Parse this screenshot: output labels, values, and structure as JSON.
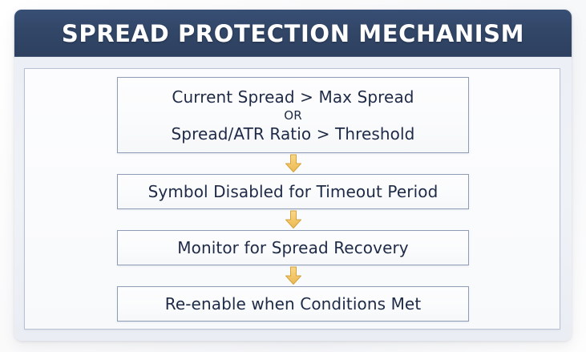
{
  "header": {
    "title": "SPREAD PROTECTION MECHANISM",
    "bar_color": "#2e4264",
    "text_color": "#ffffff"
  },
  "theme": {
    "page_background": "#fbfbfc",
    "panel_background": "#eef1f6",
    "inner_panel_background": "#fbfcfd",
    "box_border": "#8e9cb6",
    "box_text": "#1e2a46",
    "arrow_fill": "#f3c668",
    "arrow_border": "#d4a33d"
  },
  "flow": {
    "steps": [
      {
        "name": "trigger-condition",
        "lines": [
          {
            "text": "Current Spread > Max Spread",
            "emphasis": "normal"
          },
          {
            "text": "OR",
            "emphasis": "small"
          },
          {
            "text": "Spread/ATR Ratio > Threshold",
            "emphasis": "normal"
          }
        ]
      },
      {
        "name": "symbol-disabled",
        "lines": [
          {
            "text": "Symbol Disabled for Timeout Period",
            "emphasis": "normal"
          }
        ]
      },
      {
        "name": "monitor-recovery",
        "lines": [
          {
            "text": "Monitor for Spread Recovery",
            "emphasis": "normal"
          }
        ]
      },
      {
        "name": "re-enable",
        "lines": [
          {
            "text": "Re-enable when Conditions Met",
            "emphasis": "normal"
          }
        ]
      }
    ],
    "connector_icon": "down-arrow-icon",
    "connector_count": 3
  }
}
